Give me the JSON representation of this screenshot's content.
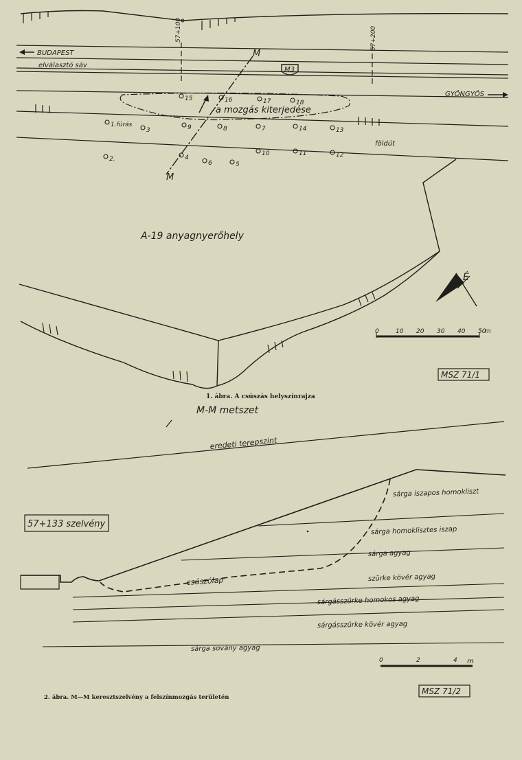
{
  "plan": {
    "city_west": "BUDAPEST",
    "city_east": "GYÖNGYÖS",
    "road_sign": "M3",
    "chainage_a": "57+100",
    "chainage_b": "57+200",
    "separator_strip": "elválasztó sáv",
    "movement_extent": "a mozgás kiterjedése",
    "dirt_road": "földút",
    "borrow_pit": "A-19 anyagnyerőhely",
    "section_mark": "M",
    "north": "É",
    "boreholes": [
      {
        "label": "1.fúrás"
      },
      {
        "label": "2."
      },
      {
        "label": "3"
      },
      {
        "label": "4"
      },
      {
        "label": "5"
      },
      {
        "label": "6"
      },
      {
        "label": "7"
      },
      {
        "label": "8"
      },
      {
        "label": "9"
      },
      {
        "label": "10"
      },
      {
        "label": "11"
      },
      {
        "label": "12"
      },
      {
        "label": "13"
      },
      {
        "label": "14"
      },
      {
        "label": "15"
      },
      {
        "label": "16"
      },
      {
        "label": "17"
      },
      {
        "label": "18"
      }
    ],
    "scale_ticks": [
      "0",
      "10",
      "20",
      "30",
      "40",
      "50"
    ],
    "scale_unit": "m",
    "standard": "MSZ 71/1",
    "caption": "1. ábra. A csúszás helyszínrajza"
  },
  "section": {
    "title": "M-M metszet",
    "original_ground": "eredeti terepszint",
    "chainage": "57+133 szelvény",
    "slip_surface": "csúszólap",
    "layers": [
      "sárga iszapos homokliszt",
      "sárga homoklisztes iszap",
      "sárga agyag",
      "szürke kövér agyag",
      "sárgásszürke homokos agyag",
      "sárgásszürke kövér agyag",
      "sárga sovány agyag"
    ],
    "scale_ticks": [
      "0",
      "2",
      "4"
    ],
    "scale_unit": "m",
    "standard": "MSZ 71/2",
    "caption": "2. ábra. M—M keresztszelvény a felszínmozgás területén"
  }
}
